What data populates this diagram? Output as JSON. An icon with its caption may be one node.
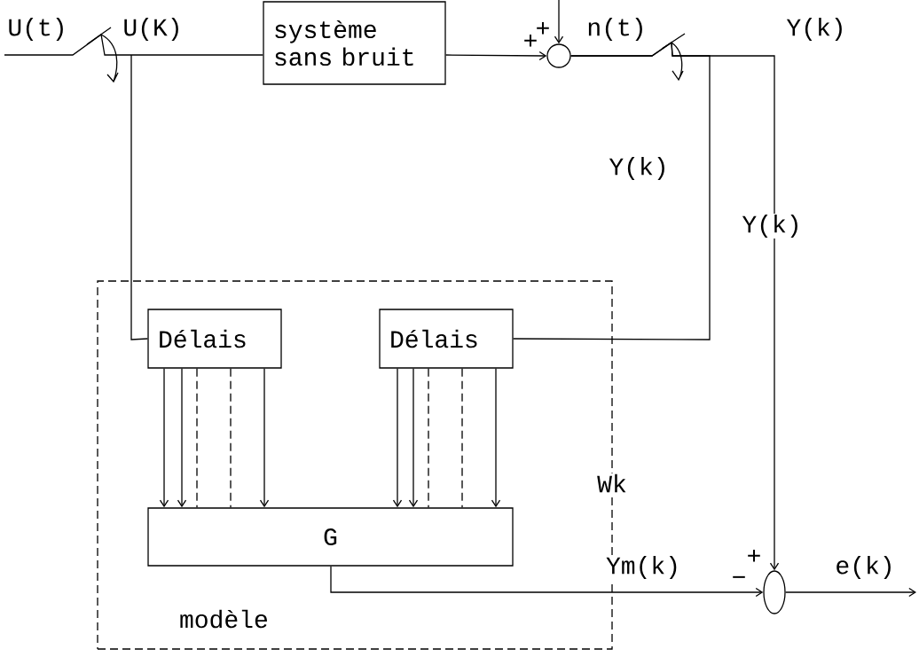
{
  "diagram": {
    "nodes": [
      {
        "text": [
          "modèle"
        ]
      },
      {
        "text": [
          "système sans bruit"
        ]
      },
      {
        "text": [
          "Délais"
        ],
        "in": 0
      },
      {
        "text": [
          "Délais"
        ],
        "in": 0
      },
      {
        "text": [
          "G"
        ],
        "in": 0
      },
      {
        "text": [],
        "shape": "circle"
      },
      {
        "text": [],
        "shape": "circle"
      }
    ],
    "edges": [
      {
        "from": null,
        "to": 1,
        "arrow": "none"
      },
      {
        "from": null,
        "to": 2,
        "arrow": "none"
      },
      {
        "from": 1,
        "to": 5,
        "arrow": "to"
      },
      {
        "from": null,
        "to": 5,
        "arrow": "to"
      },
      {
        "from": 5,
        "to": 3,
        "arrow": "none"
      },
      {
        "from": 5,
        "to": 6,
        "arrow": "to"
      },
      {
        "from": 2,
        "to": 4,
        "arrow": "to"
      },
      {
        "from": 2,
        "to": 4,
        "arrow": "to"
      },
      {
        "from": 2,
        "to": 4,
        "arrow": "none",
        "style": "dashed"
      },
      {
        "from": 2,
        "to": 4,
        "arrow": "none",
        "style": "dashed"
      },
      {
        "from": 2,
        "to": 4,
        "arrow": "to"
      },
      {
        "from": 3,
        "to": 4,
        "arrow": "to"
      },
      {
        "from": 3,
        "to": 4,
        "arrow": "to"
      },
      {
        "from": 3,
        "to": 4,
        "arrow": "none",
        "style": "dashed"
      },
      {
        "from": 3,
        "to": 4,
        "arrow": "none",
        "style": "dashed"
      },
      {
        "from": 3,
        "to": 4,
        "arrow": "to"
      },
      {
        "from": 4,
        "to": 6,
        "arrow": "to"
      },
      {
        "from": 6,
        "to": null,
        "arrow": "to"
      }
    ],
    "labels": [
      "U(t)",
      "U(K)",
      "+",
      "+",
      "n(t)",
      "Y(k)",
      "Y(k)",
      "Y(k)",
      "Wk",
      "Ym(k)",
      "+",
      "−",
      "e(k)"
    ]
  }
}
